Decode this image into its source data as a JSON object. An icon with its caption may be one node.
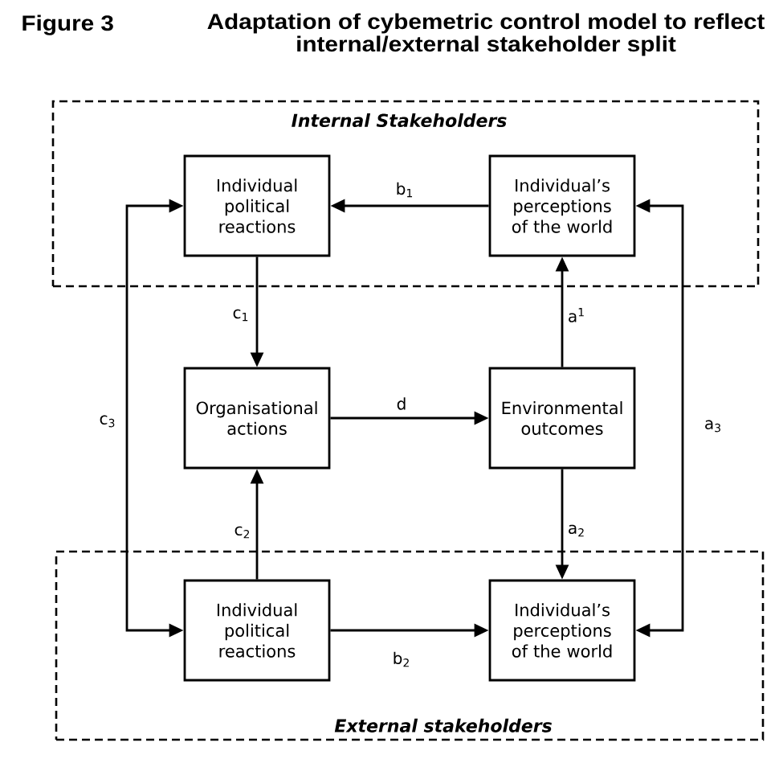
{
  "diagram": {
    "title": "Adaptation of cybemetric control model to reflect internal/external stakeholder split",
    "nodes": [
      {
        "text": [
          "Internal Stakeholders"
        ]
      },
      {
        "text": [
          "Individual political reactions"
        ],
        "in": 0
      },
      {
        "text": [
          "Individual’s perceptions of the world"
        ],
        "in": 0
      },
      {
        "text": [
          "Organisational actions"
        ]
      },
      {
        "text": [
          "Environmental outcomes"
        ]
      },
      {
        "text": [
          "External stakeholders"
        ]
      },
      {
        "text": [
          "Individual political reactions"
        ],
        "in": 5
      },
      {
        "text": [
          "Individual’s perceptions of the world"
        ],
        "in": 5
      }
    ],
    "edges": [
      {
        "from": 2,
        "to": 1,
        "arrow": "to",
        "label": "b$_{1}$"
      },
      {
        "from": 1,
        "to": 3,
        "arrow": "to",
        "label": "c$_{1}$"
      },
      {
        "from": 3,
        "to": 4,
        "arrow": "to",
        "label": "d"
      },
      {
        "from": 4,
        "to": 2,
        "arrow": "to",
        "label": "a$^{1}$"
      },
      {
        "from": 6,
        "to": 3,
        "arrow": "to",
        "label": "c$_{2}$"
      },
      {
        "from": 4,
        "to": 7,
        "arrow": "to",
        "label": "a$_{2}$"
      },
      {
        "from": 6,
        "to": 7,
        "arrow": "to",
        "label": "b$_{2}$"
      },
      {
        "from": 1,
        "to": 6,
        "arrow": "both",
        "label": "c$_{3}$"
      },
      {
        "from": 2,
        "to": 7,
        "arrow": "both",
        "label": "a$_{3}$"
      }
    ],
    "labels": [
      "Figure 3"
    ]
  }
}
